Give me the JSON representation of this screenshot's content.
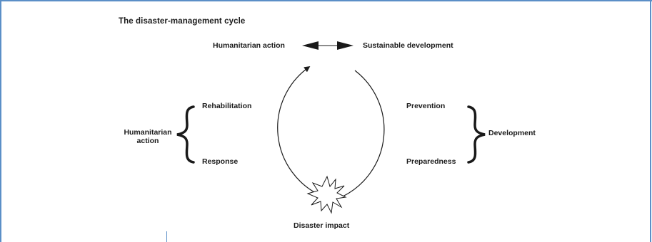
{
  "diagram": {
    "title": "The disaster-management cycle",
    "top_left": "Humanitarian action",
    "top_right": "Sustainable development",
    "left_top": "Rehabilitation",
    "left_bottom": "Response",
    "left_group": "Humanitarian action",
    "right_top": "Prevention",
    "right_bottom": "Preparedness",
    "right_group": "Development",
    "bottom": "Disaster impact"
  }
}
